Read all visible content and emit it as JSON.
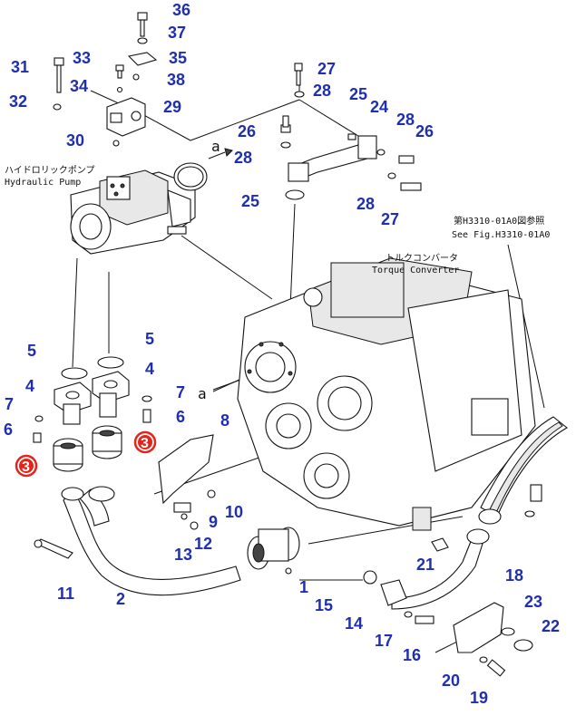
{
  "diagram": {
    "captions": {
      "hydraulic_pump_jp": "ハイドロリックポンプ",
      "hydraulic_pump_en": "Hydraulic Pump",
      "torque_converter_jp": "トルクコンバータ",
      "torque_converter_en": "Torque Converter",
      "see_fig_jp": "第H3310-01A0図参照",
      "see_fig_en": "See Fig.H3310-01A0",
      "connector_a": "a"
    },
    "callouts": [
      "36",
      "37",
      "35",
      "33",
      "38",
      "31",
      "34",
      "32",
      "29",
      "27",
      "28",
      "25",
      "24",
      "28",
      "26",
      "26",
      "28",
      "30",
      "28",
      "27",
      "25",
      "5",
      "5",
      "4",
      "4",
      "7",
      "7",
      "6",
      "6",
      "8",
      "10",
      "9",
      "12",
      "13",
      "1",
      "11",
      "2",
      "21",
      "18",
      "23",
      "22",
      "15",
      "14",
      "17",
      "16",
      "20",
      "19"
    ],
    "red_callouts": [
      "3",
      "3"
    ],
    "colors": {
      "callout_blue": "#1f2fb0",
      "callout_red": "#e3241b",
      "line": "#111111"
    }
  }
}
